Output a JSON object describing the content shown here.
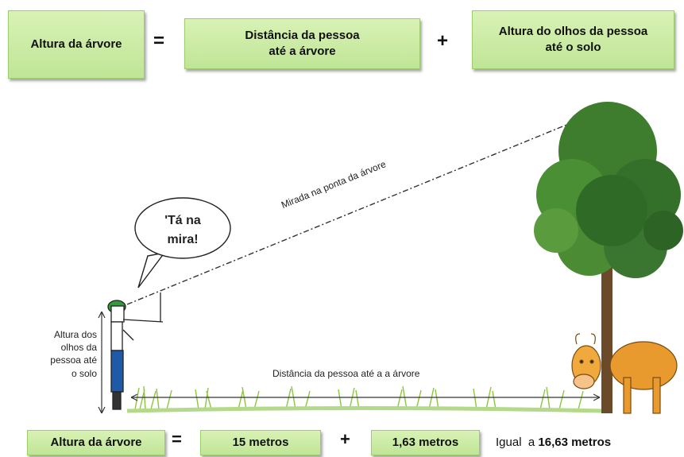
{
  "formula": {
    "lhs": "Altura da árvore",
    "eq": "=",
    "term1": [
      "Distância da pessoa",
      "até a árvore"
    ],
    "plus": "+",
    "term2": [
      "Altura do olhos da pessoa",
      "até o solo"
    ]
  },
  "scene": {
    "speech": [
      "'Tá  na",
      "mira!"
    ],
    "sight_line_label": "Mirada na ponta da árvore",
    "ground_label": "Distância da pessoa até a a árvore",
    "height_label": [
      "Altura dos",
      "olhos da",
      "pessoa até",
      "o solo"
    ]
  },
  "result": {
    "lhs": "Altura da árvore",
    "eq": "=",
    "distance": "15 metros",
    "plus": "+",
    "eye_height": "1,63 metros",
    "total_prefix": "Igual  a",
    "total": "16,63 metros"
  },
  "colors": {
    "box_fill": "#c8eaa3",
    "tree": "#3f7d2e",
    "cow": "#e89a2e",
    "grass": "#8cc63f"
  }
}
